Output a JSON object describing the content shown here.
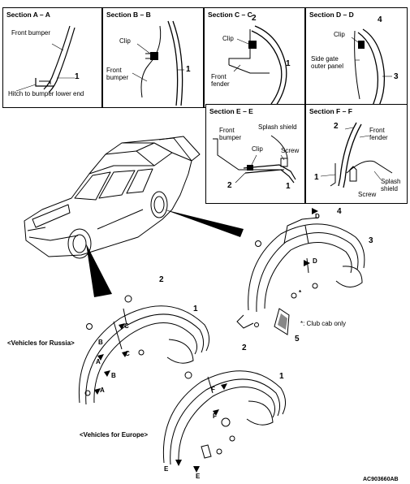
{
  "sections": {
    "aa": {
      "title": "Section A – A",
      "front_bumper": "Front bumper",
      "hitch": "Hitch to bumper lower end",
      "num1": "1"
    },
    "bb": {
      "title": "Section B – B",
      "clip": "Clip",
      "front_bumper_1": "Front",
      "front_bumper_2": "bumper",
      "num1": "1"
    },
    "cc": {
      "title": "Section C – C",
      "clip": "Clip",
      "front_fender_1": "Front",
      "front_fender_2": "fender",
      "num1": "1",
      "num2": "2"
    },
    "dd": {
      "title": "Section D – D",
      "clip": "Clip",
      "side_gate_1": "Side gate",
      "side_gate_2": "outer panel",
      "num3": "3",
      "num4": "4"
    },
    "ee": {
      "title": "Section E – E",
      "front_bumper_1": "Front",
      "front_bumper_2": "bumper",
      "splash_shield": "Splash shield",
      "clip": "Clip",
      "screw": "Screw",
      "num1": "1",
      "num2": "2"
    },
    "ff": {
      "title": "Section F – F",
      "front_fender_1": "Front",
      "front_fender_2": "fender",
      "splash_shield_1": "Splash",
      "splash_shield_2": "shield",
      "screw": "Screw",
      "num1": "1",
      "num2": "2"
    }
  },
  "callouts": {
    "rear_liner": {
      "num3": "3",
      "num4": "4",
      "num5": "5",
      "star": "*",
      "d_top": "D",
      "d_bottom": "D"
    },
    "club_cab_note": "*: Club cab only",
    "russia": {
      "label": "<Vehicles for Russia>",
      "num1": "1",
      "num2": "2",
      "a1": "A",
      "a2": "A",
      "b1": "B",
      "b2": "B",
      "c1": "C",
      "c2": "C"
    },
    "europe": {
      "label": "<Vehicles for Europe>",
      "num1": "1",
      "num2": "2",
      "e1": "E",
      "e2": "E",
      "f1": "F",
      "f2": "F"
    }
  },
  "figure_code": "AC903660AB"
}
